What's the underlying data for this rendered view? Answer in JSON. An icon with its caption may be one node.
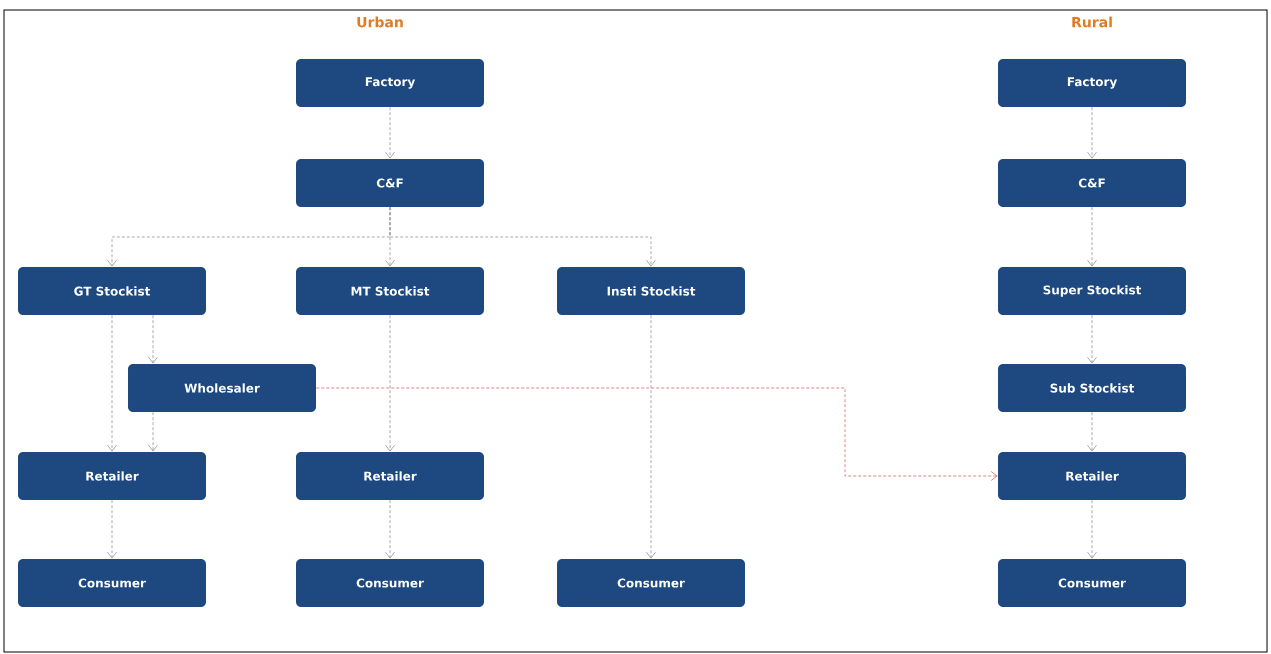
{
  "diagram": {
    "nodes": [
      {
        "text": [
          "Factory"
        ]
      },
      {
        "text": [
          "C&F"
        ]
      },
      {
        "text": [
          "GT Stockist"
        ]
      },
      {
        "text": [
          "MT Stockist"
        ]
      },
      {
        "text": [
          "Insti Stockist"
        ]
      },
      {
        "text": [
          "Wholesaler"
        ]
      },
      {
        "text": [
          "Retailer"
        ]
      },
      {
        "text": [
          "Retailer"
        ]
      },
      {
        "text": [
          "Consumer"
        ]
      },
      {
        "text": [
          "Consumer"
        ]
      },
      {
        "text": [
          "Consumer"
        ]
      },
      {
        "text": [
          "Factory"
        ]
      },
      {
        "text": [
          "C&F"
        ]
      },
      {
        "text": [
          "Super Stockist"
        ]
      },
      {
        "text": [
          "Sub Stockist"
        ]
      },
      {
        "text": [
          "Retailer"
        ]
      },
      {
        "text": [
          "Consumer"
        ]
      }
    ],
    "edges": [
      {
        "from": 0,
        "to": 1,
        "arrow": "to"
      },
      {
        "from": 1,
        "to": 2,
        "arrow": "to"
      },
      {
        "from": 1,
        "to": 3,
        "arrow": "to"
      },
      {
        "from": 1,
        "to": 4,
        "arrow": "to"
      },
      {
        "from": 2,
        "to": 6,
        "arrow": "to"
      },
      {
        "from": 2,
        "to": 5,
        "arrow": "to"
      },
      {
        "from": 5,
        "to": 6,
        "arrow": "to"
      },
      {
        "from": 3,
        "to": 7,
        "arrow": "to"
      },
      {
        "from": 6,
        "to": 8,
        "arrow": "to"
      },
      {
        "from": 7,
        "to": 9,
        "arrow": "to"
      },
      {
        "from": 4,
        "to": 10,
        "arrow": "to"
      },
      {
        "from": 11,
        "to": 12,
        "arrow": "to"
      },
      {
        "from": 12,
        "to": 13,
        "arrow": "to"
      },
      {
        "from": 13,
        "to": 14,
        "arrow": "to"
      },
      {
        "from": 14,
        "to": 15,
        "arrow": "to"
      },
      {
        "from": 15,
        "to": 16,
        "arrow": "to"
      },
      {
        "from": 5,
        "to": 15,
        "arrow": "to",
        "color": "#e06666"
      }
    ],
    "labels": [
      "Urban",
      "Rural"
    ]
  }
}
